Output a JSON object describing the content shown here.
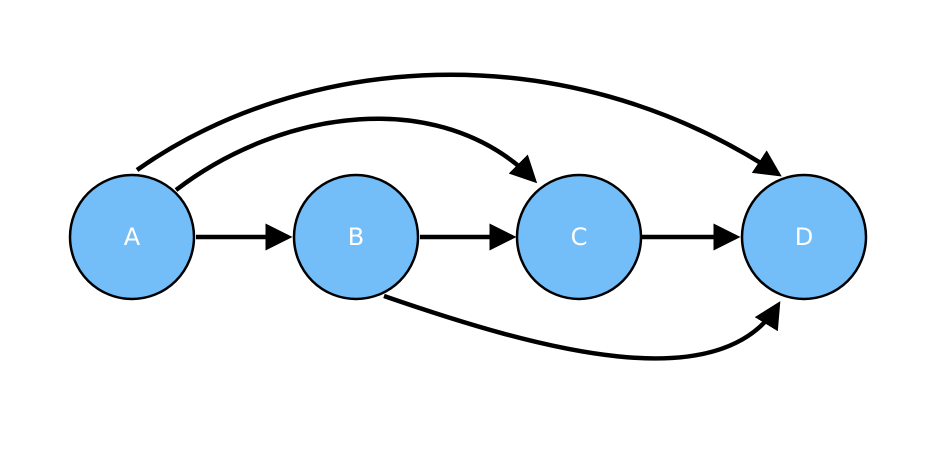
{
  "diagram": {
    "colors": {
      "node_fill": "#73bef9",
      "node_stroke": "#000000",
      "edge": "#000000",
      "label": "#ffffff"
    },
    "nodes": [
      {
        "id": "A",
        "label": "A"
      },
      {
        "id": "B",
        "label": "B"
      },
      {
        "id": "C",
        "label": "C"
      },
      {
        "id": "D",
        "label": "D"
      }
    ],
    "edges": [
      {
        "from": "A",
        "to": "B"
      },
      {
        "from": "B",
        "to": "C"
      },
      {
        "from": "C",
        "to": "D"
      },
      {
        "from": "A",
        "to": "C"
      },
      {
        "from": "A",
        "to": "D"
      },
      {
        "from": "B",
        "to": "D"
      }
    ]
  }
}
